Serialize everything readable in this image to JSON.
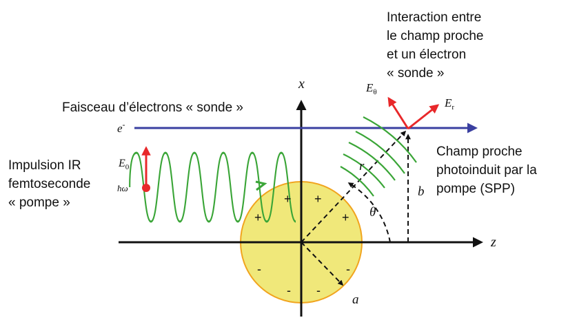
{
  "labels": {
    "interaction_line1": "Interaction entre",
    "interaction_line2": "le champ proche",
    "interaction_line3": "et un électron",
    "interaction_line4": "« sonde »",
    "beam_label": "Faisceau d’électrons « sonde »",
    "pulse_line1": "Impulsion IR",
    "pulse_line2": "femtoseconde",
    "pulse_line3": "« pompe »",
    "near_field_line1": "Champ proche",
    "near_field_line2": "photoinduit par la",
    "near_field_line3": "pompe (SPP)"
  },
  "symbols": {
    "x_axis": "x",
    "z_axis": "z",
    "electron": "e",
    "electron_sup": "-",
    "e0": "E",
    "e0_sub": "0",
    "hbar_omega": "ħω",
    "e_theta": "E",
    "e_theta_sub": "θ",
    "e_r": "E",
    "e_r_sub": "r",
    "r": "r",
    "b": "b",
    "theta": "θ",
    "a": "a"
  },
  "charges": {
    "plus": "+",
    "minus": "-"
  },
  "colors": {
    "beam": "#3a3fa0",
    "field_vectors": "#e8282a",
    "wave": "#3aa537",
    "particle_fill": "#f0e87a",
    "particle_stroke": "#f1a41e",
    "axes": "#111111"
  }
}
